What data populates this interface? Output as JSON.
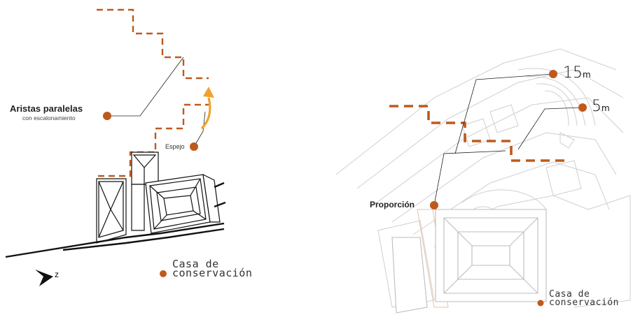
{
  "left_panel": {
    "label_aristas_title": "Aristas paralelas",
    "label_aristas_sub": "con escalonamiento",
    "label_espejo": "Espejo",
    "legend_line1": "Casa de",
    "legend_line2": "conservación",
    "north_label": "z"
  },
  "right_panel": {
    "height_15_value": "15",
    "height_15_unit": "m",
    "height_5_value": "5",
    "height_5_unit": "m",
    "label_proporcion": "Proporción",
    "legend_line1": "Casa de",
    "legend_line2": "conservación"
  },
  "colors": {
    "accent": "#c0591c",
    "arrow": "#f0a22c",
    "ink": "#111111",
    "faint": "#cfcfcf"
  }
}
